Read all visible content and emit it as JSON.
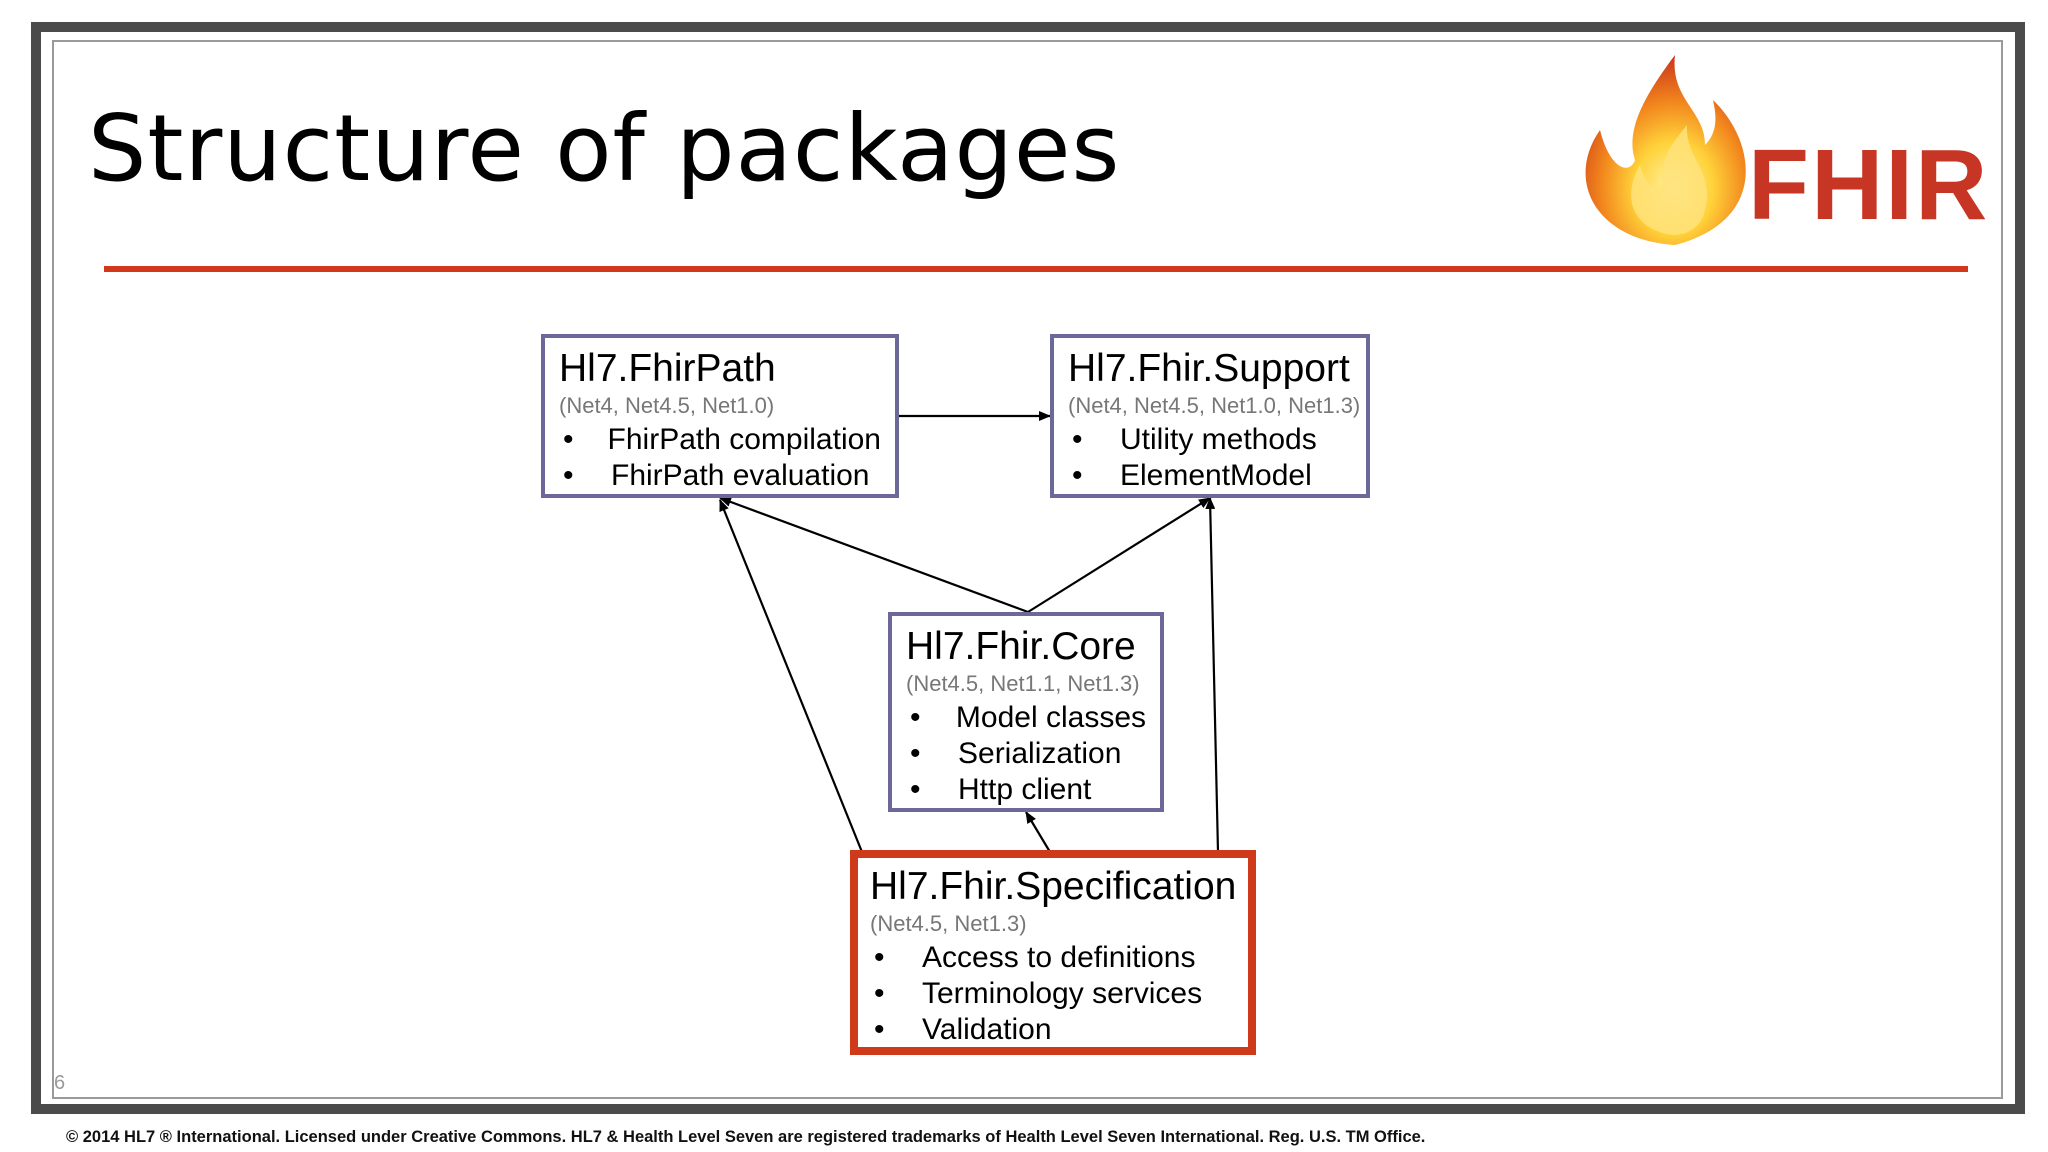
{
  "slide": {
    "title": "Structure of packages",
    "page_number": "6",
    "logo": {
      "text": "FHIR",
      "icon": "flame-icon",
      "color": "#c73625"
    },
    "footer": "© 2014 HL7 ® International. Licensed under Creative Commons. HL7 & Health Level Seven are registered trademarks of Health Level Seven International. Reg. U.S. TM Office.",
    "colors": {
      "accent_rule": "#d2381c",
      "box_border": "#6c6999",
      "highlight_border": "#cf3a1a"
    }
  },
  "diagram": {
    "nodes": [
      {
        "id": "fhirpath",
        "name": "Hl7.FhirPath",
        "targets": "(Net4, Net4.5, Net1.0)",
        "features": [
          "FhirPath compilation",
          "FhirPath evaluation"
        ]
      },
      {
        "id": "support",
        "name": "Hl7.Fhir.Support",
        "targets": "(Net4, Net4.5, Net1.0, Net1.3)",
        "features": [
          "Utility methods",
          "ElementModel"
        ]
      },
      {
        "id": "core",
        "name": "Hl7.Fhir.Core",
        "targets": "(Net4.5, Net1.1, Net1.3)",
        "features": [
          "Model classes",
          "Serialization",
          "Http client"
        ]
      },
      {
        "id": "specification",
        "name": "Hl7.Fhir.Specification",
        "targets": "(Net4.5, Net1.3)",
        "features": [
          "Access to definitions",
          "Terminology services",
          "Validation"
        ],
        "highlighted": true
      }
    ],
    "edges": [
      {
        "from": "fhirpath",
        "to": "support"
      },
      {
        "from": "core",
        "to": "fhirpath"
      },
      {
        "from": "core",
        "to": "support"
      },
      {
        "from": "specification",
        "to": "fhirpath"
      },
      {
        "from": "specification",
        "to": "core"
      },
      {
        "from": "specification",
        "to": "support"
      }
    ]
  }
}
